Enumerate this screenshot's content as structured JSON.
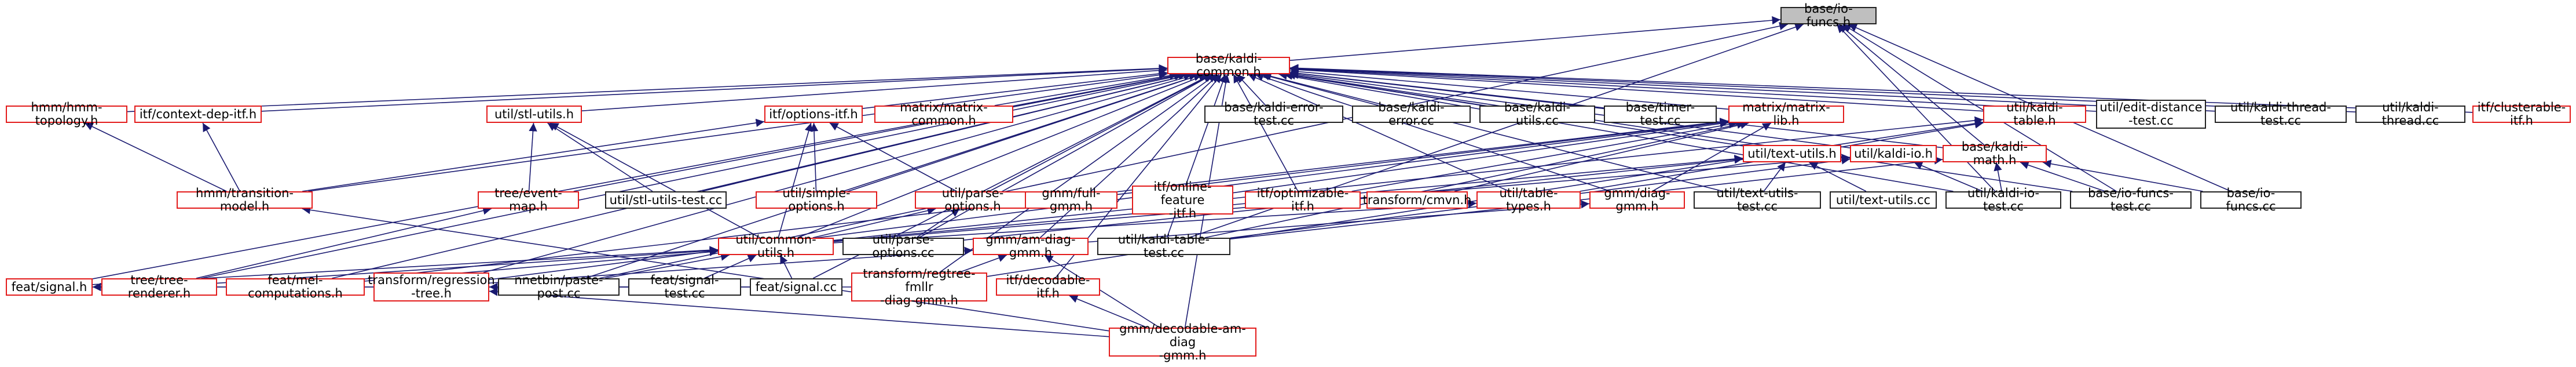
{
  "colors": {
    "edge": "#191970",
    "external_border": "#e31b1b",
    "node_border": "#222222",
    "focus_fill": "#bfbfbf"
  },
  "nodes": [
    {
      "id": "focus",
      "label": "base/io-funcs.h",
      "style": "focus"
    },
    {
      "id": "common",
      "label": "base/kaldi-common.h",
      "style": "red"
    },
    {
      "id": "topo",
      "label": "hmm/hmm-topology.h",
      "style": "red"
    },
    {
      "id": "ctxdep",
      "label": "itf/context-dep-itf.h",
      "style": "red"
    },
    {
      "id": "stdutils",
      "label": "util/stl-utils.h",
      "style": "red"
    },
    {
      "id": "options",
      "label": "itf/options-itf.h",
      "style": "red"
    },
    {
      "id": "matcommon",
      "label": "matrix/matrix-common.h",
      "style": "red"
    },
    {
      "id": "err_test",
      "label": "base/kaldi-error-test.cc",
      "style": "plain"
    },
    {
      "id": "err",
      "label": "base/kaldi-error.cc",
      "style": "plain"
    },
    {
      "id": "utils_cc",
      "label": "base/kaldi-utils.cc",
      "style": "plain"
    },
    {
      "id": "timer_test",
      "label": "base/timer-test.cc",
      "style": "plain"
    },
    {
      "id": "matlib",
      "label": "matrix/matrix-lib.h",
      "style": "red"
    },
    {
      "id": "kaldi_table",
      "label": "util/kaldi-table.h",
      "style": "red"
    },
    {
      "id": "edit_dist",
      "label": "util/edit-distance\n-test.cc",
      "style": "plain"
    },
    {
      "id": "thread_test",
      "label": "util/kaldi-thread-test.cc",
      "style": "plain"
    },
    {
      "id": "thread_cc",
      "label": "util/kaldi-thread.cc",
      "style": "plain"
    },
    {
      "id": "clusterable",
      "label": "itf/clusterable-itf.h",
      "style": "red"
    },
    {
      "id": "text_utils",
      "label": "util/text-utils.h",
      "style": "red"
    },
    {
      "id": "kaldi_io",
      "label": "util/kaldi-io.h",
      "style": "red"
    },
    {
      "id": "kaldi_math",
      "label": "base/kaldi-math.h",
      "style": "red"
    },
    {
      "id": "trans_model",
      "label": "hmm/transition-model.h",
      "style": "red"
    },
    {
      "id": "stdutils_test",
      "label": "util/stl-utils-test.cc",
      "style": "plain"
    },
    {
      "id": "tree_event",
      "label": "tree/event-map.h",
      "style": "red"
    },
    {
      "id": "simple_opts",
      "label": "util/simple-options.h",
      "style": "red"
    },
    {
      "id": "parse_opts",
      "label": "util/parse-options.h",
      "style": "red"
    },
    {
      "id": "full_gmm",
      "label": "gmm/full-gmm.h",
      "style": "red"
    },
    {
      "id": "online_feat",
      "label": "itf/online-feature\n-itf.h",
      "style": "red"
    },
    {
      "id": "optimizable",
      "label": "itf/optimizable-itf.h",
      "style": "red"
    },
    {
      "id": "cmvn",
      "label": "transform/cmvn.h",
      "style": "red"
    },
    {
      "id": "table_types",
      "label": "util/table-types.h",
      "style": "red"
    },
    {
      "id": "diag_gmm",
      "label": "gmm/diag-gmm.h",
      "style": "red"
    },
    {
      "id": "text_utils_test",
      "label": "util/text-utils-test.cc",
      "style": "plain"
    },
    {
      "id": "text_utils_cc",
      "label": "util/text-utils.cc",
      "style": "plain"
    },
    {
      "id": "kaldi_io_test",
      "label": "util/kaldi-io-test.cc",
      "style": "plain"
    },
    {
      "id": "io_funcs_test",
      "label": "base/io-funcs-test.cc",
      "style": "plain"
    },
    {
      "id": "io_funcs_cc",
      "label": "base/io-funcs.cc",
      "style": "plain"
    },
    {
      "id": "common_utils",
      "label": "util/common-utils.h",
      "style": "red"
    },
    {
      "id": "parse_opts_cc",
      "label": "util/parse-options.cc",
      "style": "plain"
    },
    {
      "id": "am_diag",
      "label": "gmm/am-diag-gmm.h",
      "style": "red"
    },
    {
      "id": "table_test",
      "label": "util/kaldi-table-test.cc",
      "style": "plain"
    },
    {
      "id": "feat_signal",
      "label": "feat/signal.h",
      "style": "red"
    },
    {
      "id": "tree_renderer",
      "label": "tree/tree-renderer.h",
      "style": "red"
    },
    {
      "id": "mel",
      "label": "feat/mel-computations.h",
      "style": "red"
    },
    {
      "id": "regression",
      "label": "transform/regression\n-tree.h",
      "style": "red"
    },
    {
      "id": "paste_post",
      "label": "nnetbin/paste-post.cc",
      "style": "plain"
    },
    {
      "id": "signal_test",
      "label": "feat/signal-test.cc",
      "style": "plain"
    },
    {
      "id": "signal_cc",
      "label": "feat/signal.cc",
      "style": "plain"
    },
    {
      "id": "regtree_fmllr",
      "label": "transform/regtree-fmllr\n-diag-gmm.h",
      "style": "red"
    },
    {
      "id": "decodable_itf",
      "label": "itf/decodable-itf.h",
      "style": "red"
    },
    {
      "id": "decodable_am",
      "label": "gmm/decodable-am-diag\n-gmm.h",
      "style": "red"
    }
  ],
  "edges": [
    [
      "common",
      "focus"
    ],
    [
      "kaldi_math",
      "focus"
    ],
    [
      "io_funcs_test",
      "focus"
    ],
    [
      "io_funcs_cc",
      "focus"
    ],
    [
      "kaldi_io_test",
      "focus"
    ],
    [
      "table_test",
      "focus"
    ],
    [
      "paste_post",
      "focus"
    ],
    [
      "topo",
      "common"
    ],
    [
      "ctxdep",
      "common"
    ],
    [
      "stdutils",
      "common"
    ],
    [
      "options",
      "common"
    ],
    [
      "matcommon",
      "common"
    ],
    [
      "err_test",
      "common"
    ],
    [
      "err",
      "common"
    ],
    [
      "utils_cc",
      "common"
    ],
    [
      "timer_test",
      "common"
    ],
    [
      "matlib",
      "common"
    ],
    [
      "kaldi_table",
      "common"
    ],
    [
      "edit_dist",
      "common"
    ],
    [
      "thread_test",
      "common"
    ],
    [
      "thread_cc",
      "common"
    ],
    [
      "clusterable",
      "common"
    ],
    [
      "text_utils",
      "common"
    ],
    [
      "kaldi_io",
      "common"
    ],
    [
      "kaldi_math",
      "common"
    ],
    [
      "trans_model",
      "common"
    ],
    [
      "stdutils_test",
      "common"
    ],
    [
      "tree_event",
      "common"
    ],
    [
      "simple_opts",
      "common"
    ],
    [
      "parse_opts",
      "common"
    ],
    [
      "optimizable",
      "common"
    ],
    [
      "table_types",
      "common"
    ],
    [
      "diag_gmm",
      "common"
    ],
    [
      "text_utils_test",
      "common"
    ],
    [
      "kaldi_io_test",
      "common"
    ],
    [
      "io_funcs_test",
      "common"
    ],
    [
      "common_utils",
      "common"
    ],
    [
      "parse_opts_cc",
      "common"
    ],
    [
      "am_diag",
      "common"
    ],
    [
      "table_test",
      "common"
    ],
    [
      "feat_signal",
      "common"
    ],
    [
      "tree_renderer",
      "common"
    ],
    [
      "mel",
      "common"
    ],
    [
      "regression",
      "common"
    ],
    [
      "regtree_fmllr",
      "common"
    ],
    [
      "paste_post",
      "common"
    ],
    [
      "signal_cc",
      "common"
    ],
    [
      "decodable_itf",
      "common"
    ],
    [
      "decodable_am",
      "common"
    ],
    [
      "trans_model",
      "topo"
    ],
    [
      "trans_model",
      "ctxdep"
    ],
    [
      "tree_event",
      "stdutils"
    ],
    [
      "stdutils_test",
      "stdutils"
    ],
    [
      "common_utils",
      "stdutils"
    ],
    [
      "trans_model",
      "options"
    ],
    [
      "simple_opts",
      "options"
    ],
    [
      "parse_opts",
      "options"
    ],
    [
      "common_utils",
      "options"
    ],
    [
      "full_gmm",
      "matlib"
    ],
    [
      "online_feat",
      "matlib"
    ],
    [
      "optimizable",
      "matlib"
    ],
    [
      "cmvn",
      "matlib"
    ],
    [
      "diag_gmm",
      "matlib"
    ],
    [
      "mel",
      "matlib"
    ],
    [
      "table_test",
      "matlib"
    ],
    [
      "regression",
      "matlib"
    ],
    [
      "table_types",
      "kaldi_table"
    ],
    [
      "common_utils",
      "kaldi_table"
    ],
    [
      "regtree_fmllr",
      "kaldi_table"
    ],
    [
      "text_utils_test",
      "text_utils"
    ],
    [
      "text_utils_cc",
      "text_utils"
    ],
    [
      "common_utils",
      "text_utils"
    ],
    [
      "parse_opts_cc",
      "text_utils"
    ],
    [
      "kaldi_io_test",
      "kaldi_io"
    ],
    [
      "common_utils",
      "kaldi_io"
    ],
    [
      "table_test",
      "kaldi_io"
    ],
    [
      "kaldi_io_test",
      "kaldi_math"
    ],
    [
      "io_funcs_test",
      "kaldi_math"
    ],
    [
      "io_funcs_cc",
      "kaldi_math"
    ],
    [
      "table_test",
      "kaldi_math"
    ],
    [
      "decodable_am",
      "trans_model"
    ],
    [
      "tree_renderer",
      "tree_event"
    ],
    [
      "common_utils",
      "parse_opts"
    ],
    [
      "parse_opts_cc",
      "parse_opts"
    ],
    [
      "common_utils",
      "table_types"
    ],
    [
      "am_diag",
      "diag_gmm"
    ],
    [
      "feat_signal",
      "common_utils"
    ],
    [
      "tree_renderer",
      "common_utils"
    ],
    [
      "mel",
      "common_utils"
    ],
    [
      "paste_post",
      "common_utils"
    ],
    [
      "signal_test",
      "common_utils"
    ],
    [
      "signal_cc",
      "common_utils"
    ],
    [
      "regression",
      "am_diag"
    ],
    [
      "regtree_fmllr",
      "am_diag"
    ],
    [
      "decodable_am",
      "am_diag"
    ],
    [
      "signal_test",
      "feat_signal"
    ],
    [
      "signal_cc",
      "feat_signal"
    ],
    [
      "regtree_fmllr",
      "regression"
    ],
    [
      "decodable_am",
      "regression"
    ],
    [
      "decodable_am",
      "decodable_itf"
    ]
  ]
}
